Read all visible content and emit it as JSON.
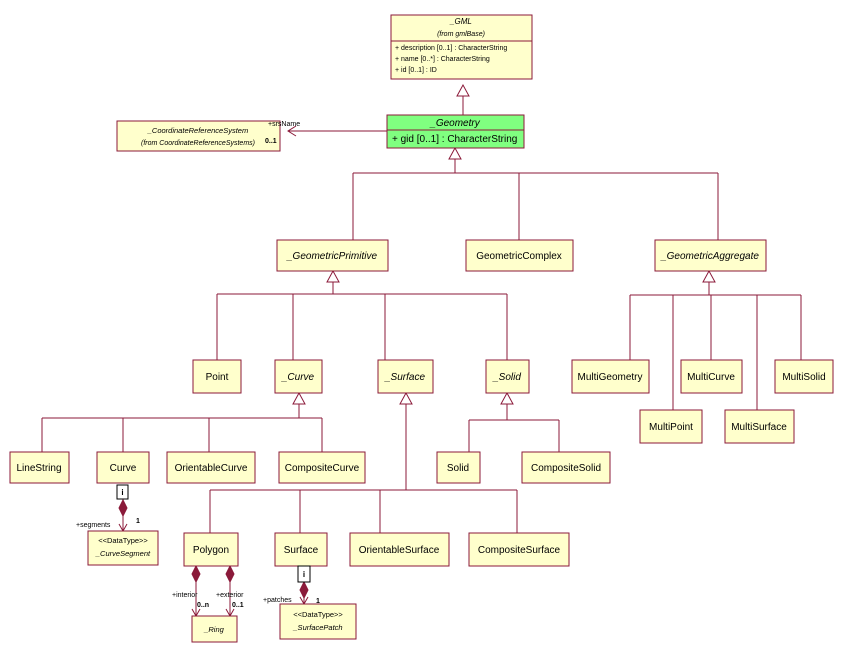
{
  "classes": {
    "gml": {
      "name": "_GML",
      "stereo": "(from gmlBase)",
      "attrs": [
        "+ description [0..1] : CharacterString",
        "+ name [0..*] : CharacterString",
        "+ id [0..1] : ID"
      ]
    },
    "geometry": {
      "name": "_Geometry",
      "attrs": [
        "+ gid [0..1] : CharacterString"
      ]
    },
    "crs": {
      "name": "_CoordinateReferenceSystem",
      "stereo": "(from CoordinateReferenceSystems)"
    },
    "geometric_primitive": {
      "name": "_GeometricPrimitive"
    },
    "geometric_complex": {
      "name": "GeometricComplex"
    },
    "geometric_aggregate": {
      "name": "_GeometricAggregate"
    },
    "point": {
      "name": "Point"
    },
    "curve_abs": {
      "name": "_Curve"
    },
    "surface_abs": {
      "name": "_Surface"
    },
    "solid_abs": {
      "name": "_Solid"
    },
    "multi_geometry": {
      "name": "MultiGeometry"
    },
    "multi_curve": {
      "name": "MultiCurve"
    },
    "multi_solid": {
      "name": "MultiSolid"
    },
    "multi_point": {
      "name": "MultiPoint"
    },
    "multi_surface": {
      "name": "MultiSurface"
    },
    "line_string": {
      "name": "LineString"
    },
    "curve": {
      "name": "Curve"
    },
    "orientable_curve": {
      "name": "OrientableCurve"
    },
    "composite_curve": {
      "name": "CompositeCurve"
    },
    "solid": {
      "name": "Solid"
    },
    "composite_solid": {
      "name": "CompositeSolid"
    },
    "curve_segment": {
      "stereo": "<<DataType>>",
      "name": "_CurveSegment"
    },
    "polygon": {
      "name": "Polygon"
    },
    "surface": {
      "name": "Surface"
    },
    "orientable_surface": {
      "name": "OrientableSurface"
    },
    "composite_surface": {
      "name": "CompositeSurface"
    },
    "ring": {
      "name": "_Ring"
    },
    "surface_patch": {
      "stereo": "<<DataType>>",
      "name": "_SurfacePatch"
    }
  },
  "associations": {
    "srs_role": "+srsName",
    "srs_mult": "0..1",
    "segments_role": "+segments",
    "segments_mult": "1",
    "segments_qual": "i",
    "interior_role": "+interior",
    "interior_mult": "0..n",
    "exterior_role": "+exterior",
    "exterior_mult": "0..1",
    "patches_role": "+patches",
    "patches_mult": "1",
    "patches_qual": "i"
  },
  "colors": {
    "class_fill": "#ffffcc",
    "highlight_fill": "#80ff80",
    "border": "#8b1a3a"
  }
}
